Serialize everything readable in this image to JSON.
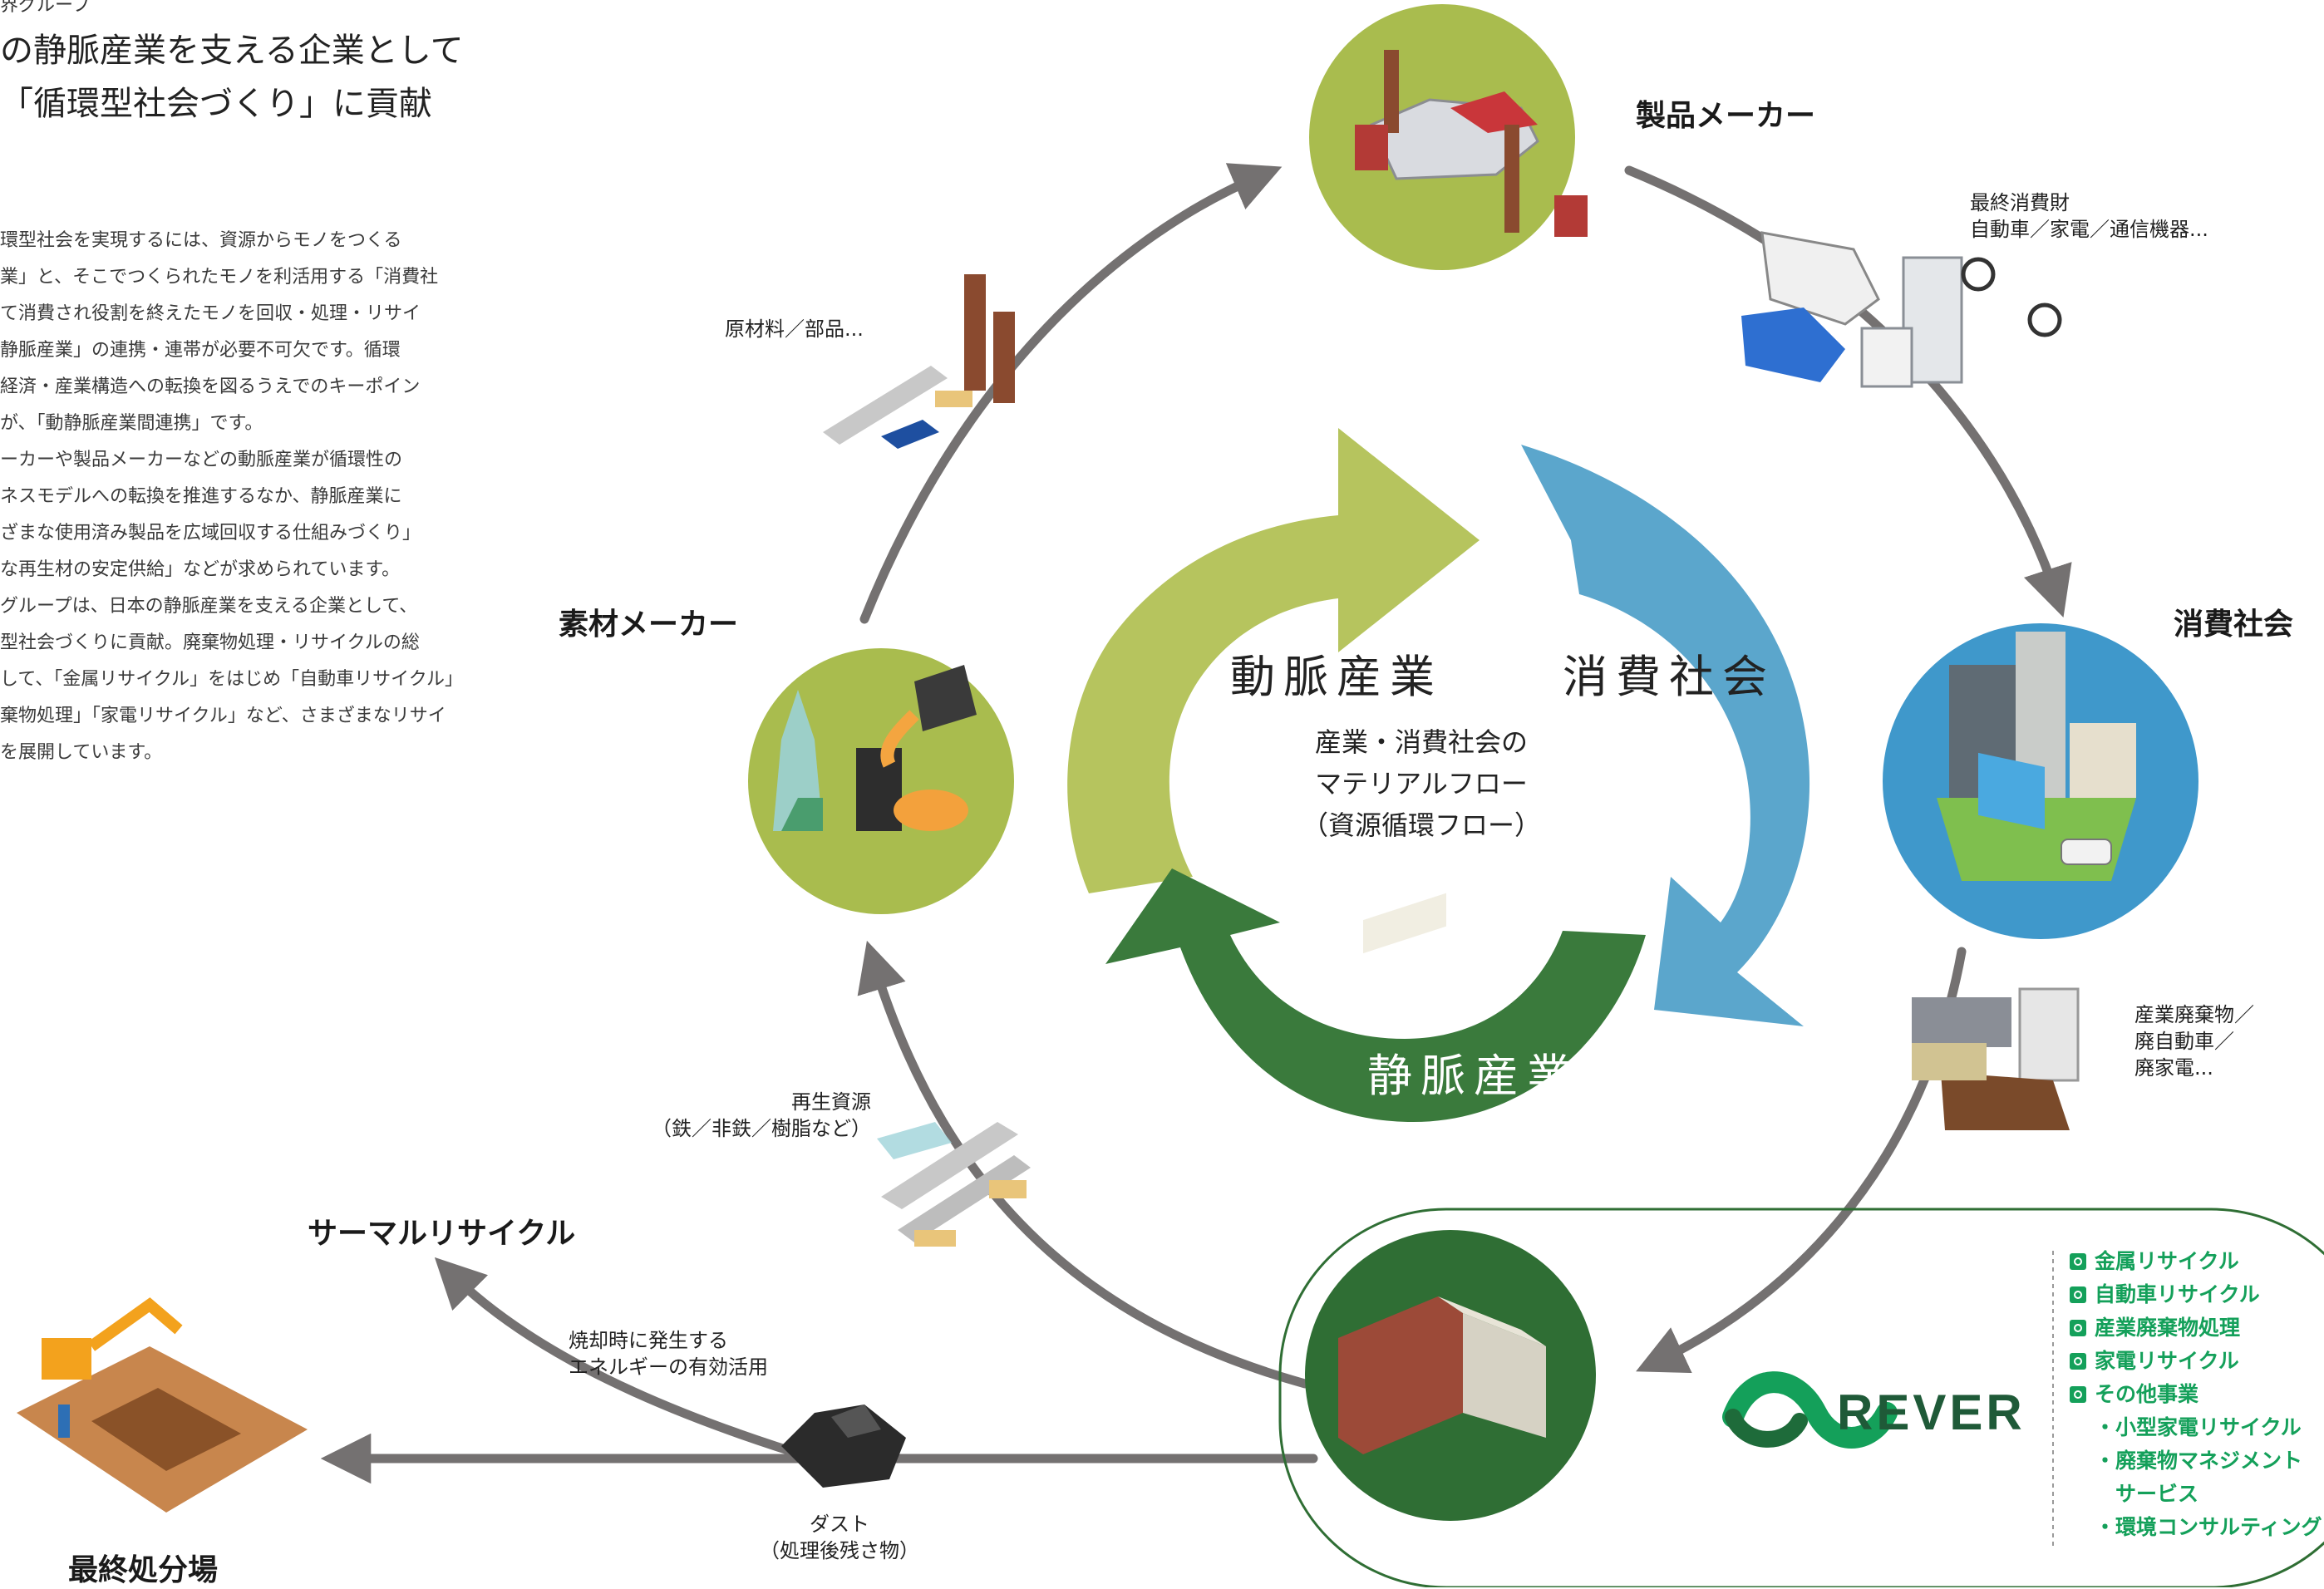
{
  "header": {
    "tag": "界グループ",
    "heading_line1": "の静脈産業を支える企業として",
    "heading_line2": "「循環型社会づくり」に貢献"
  },
  "body_text": [
    "環型社会を実現するには、資源からモノをつくる",
    "業」と、そこでつくられたモノを利活用する「消費社",
    "て消費され役割を終えたモノを回収・処理・リサイ",
    "静脈産業」の連携・連帯が必要不可欠です。循環",
    "経済・産業構造への転換を図るうえでのキーポイン",
    "が、「動静脈産業間連携」です。",
    "ーカーや製品メーカーなどの動脈産業が循環性の",
    "ネスモデルへの転換を推進するなか、静脈産業に",
    "ざまな使用済み製品を広域回収する仕組みづくり」",
    "な再生材の安定供給」などが求められています。",
    "グループは、日本の静脈産業を支える企業として、",
    "型社会づくりに貢献。廃棄物処理・リサイクルの総",
    "して、「金属リサイクル」をはじめ「自動車リサイクル」",
    "棄物処理」「家電リサイクル」など、さまざまなリサイ",
    "を展開しています。"
  ],
  "cycle": {
    "arterial": "動脈産業",
    "consumer": "消費社会",
    "venous": "静脈産業",
    "center_line1": "産業・消費社会の",
    "center_line2": "マテリアルフロー",
    "center_line3": "（資源循環フロー）",
    "colors": {
      "arterial": "#b6c45e",
      "consumer": "#5ba6cc",
      "venous": "#3a7a3c",
      "node_green": "#a9bc4e",
      "node_dark": "#2f6e34",
      "node_blue": "#3f98cb",
      "arrow": "#747171"
    }
  },
  "nodes": {
    "product_maker": "製品メーカー",
    "consumer_society": "消費社会",
    "material_maker": "素材メーカー",
    "thermal_recycle": "サーマルリサイクル",
    "final_disposal": "最終処分場"
  },
  "flow_labels": {
    "raw_materials": "原材料／部品...",
    "final_goods_line1": "最終消費財",
    "final_goods_line2": "自動車／家電／通信機器...",
    "waste_line1": "産業廃棄物／",
    "waste_line2": "廃自動車／",
    "waste_line3": "廃家電...",
    "recycled_line1": "再生資源",
    "recycled_line2": "（鉄／非鉄／樹脂など）",
    "thermal_line1": "焼却時に発生する",
    "thermal_line2": "エネルギーの有効活用",
    "dust_line1": "ダスト",
    "dust_line2": "（処理後残さ物）"
  },
  "rever": {
    "logo_text": "REVER",
    "services": [
      {
        "icon": "metal-recycling-icon",
        "label": "金属リサイクル"
      },
      {
        "icon": "auto-recycling-icon",
        "label": "自動車リサイクル"
      },
      {
        "icon": "industrial-waste-icon",
        "label": "産業廃棄物処理"
      },
      {
        "icon": "appliance-recycling-icon",
        "label": "家電リサイクル"
      },
      {
        "icon": "other-business-icon",
        "label": "その他事業"
      }
    ],
    "sub_services": [
      "・小型家電リサイクル",
      "・廃棄物マネジメント",
      "　サービス",
      "・環境コンサルティング"
    ],
    "accent": "#14a05a"
  }
}
